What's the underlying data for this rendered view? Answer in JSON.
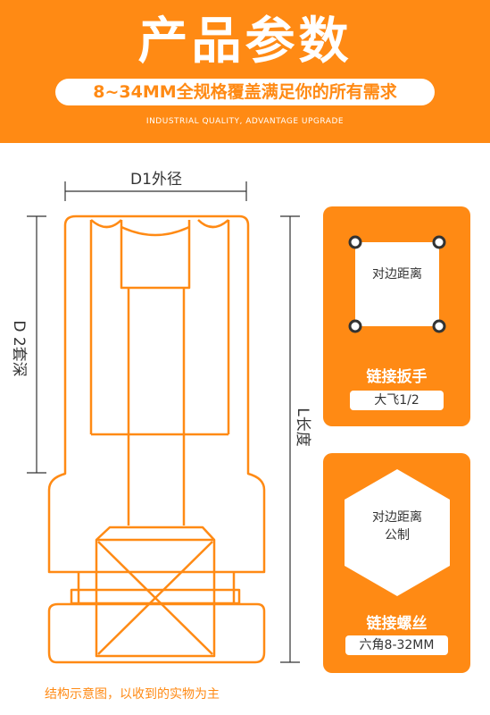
{
  "header": {
    "title": "产品参数",
    "subtitle": "8~34MM全规格覆盖满足你的所有需求",
    "tagline": "INDUSTRIAL QUALITY, ADVANTAGE UPGRADE"
  },
  "diagram": {
    "d1_label": "D1外径",
    "d2_label": "D 2套深",
    "l_label": "L长度"
  },
  "card_top": {
    "inner_text": "对边距离",
    "label": "链接扳手",
    "pill": "大飞1/2"
  },
  "card_bottom": {
    "inner_line1": "对边距离",
    "inner_line2": "公制",
    "label": "链接螺丝",
    "pill": "六角8-32MM"
  },
  "footer": {
    "note": "结构示意图，以收到的实物为主"
  },
  "colors": {
    "accent": "#ff8a14",
    "text": "#333333"
  }
}
